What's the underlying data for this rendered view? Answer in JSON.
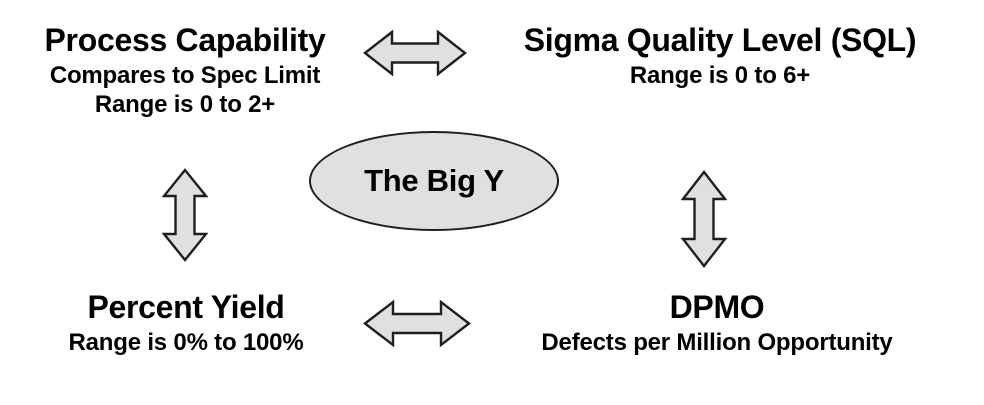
{
  "diagram": {
    "center": {
      "label": "The Big Y"
    },
    "nodes": {
      "process_capability": {
        "title": "Process Capability",
        "lines": [
          "Compares to Spec Limit",
          "Range is 0 to 2+"
        ]
      },
      "sigma_quality_level": {
        "title": "Sigma Quality Level (SQL)",
        "lines": [
          "Range is 0 to 6+"
        ]
      },
      "percent_yield": {
        "title": "Percent Yield",
        "lines": [
          "Range is 0% to 100%"
        ]
      },
      "dpmo": {
        "title": "DPMO",
        "lines": [
          "Defects per Million Opportunity"
        ]
      }
    },
    "arrows": {
      "top": {
        "icon": "double-arrow-horizontal",
        "connects": [
          "process_capability",
          "sigma_quality_level"
        ]
      },
      "bottom": {
        "icon": "double-arrow-horizontal",
        "connects": [
          "percent_yield",
          "dpmo"
        ]
      },
      "left": {
        "icon": "double-arrow-vertical",
        "connects": [
          "process_capability",
          "percent_yield"
        ]
      },
      "right": {
        "icon": "double-arrow-vertical",
        "connects": [
          "sigma_quality_level",
          "dpmo"
        ]
      }
    },
    "colors": {
      "shape_fill": "#e0e0e0",
      "shape_stroke": "#1f1f1f",
      "text": "#000000",
      "background": "#ffffff"
    }
  }
}
